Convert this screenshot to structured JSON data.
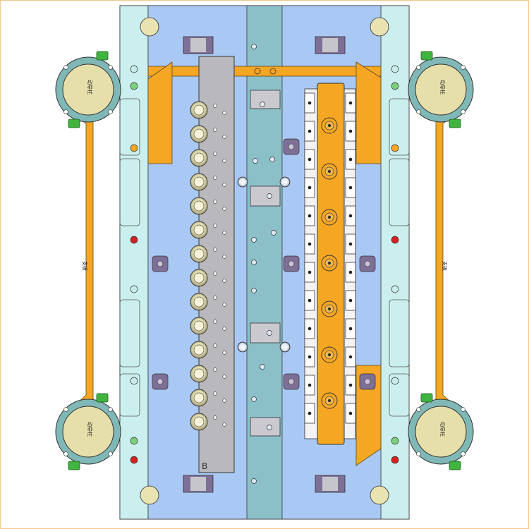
{
  "colors": {
    "background": "#ffffff",
    "border": "#f2c58a",
    "plate_outer": "#c8ecec",
    "plate_blue": "#a9c8f4",
    "center_rail": "#8cc0c8",
    "orange": "#f5a623",
    "gray_bar": "#b9b9bd",
    "cylinder_tan": "#e6dfaa",
    "cylinder_ring": "#7fb8b6",
    "green": "#3fb53f",
    "purple": "#7d6f96",
    "dark": "#333333",
    "red": "#d42020"
  },
  "labels": {
    "cylinder_top_left": "动导柱",
    "cylinder_top_right": "动导柱",
    "cylinder_bottom_left": "动导柱",
    "cylinder_bottom_right": "动导柱",
    "arm_left": "支板",
    "arm_right": "支板",
    "gray_bar_mark": "B"
  },
  "counts": {
    "left_column_bushings": 14,
    "right_column_bushings": 7,
    "white_clamp_blocks": 12
  }
}
